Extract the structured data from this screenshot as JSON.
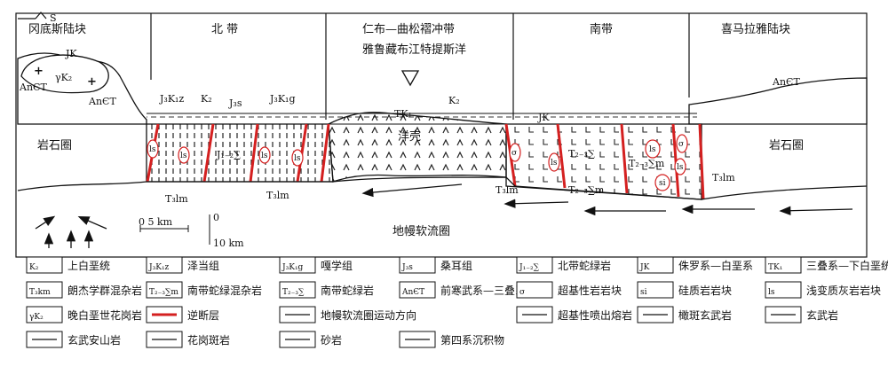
{
  "top_marker": "S",
  "zones": {
    "left_block": "冈底斯陆块",
    "north_belt": "北 带",
    "middle_belt_line1": "仁布—曲松褶冲带",
    "middle_belt_line2": "雅鲁藏布江特提斯洋",
    "south_belt": "南带",
    "right_block": "喜马拉雅陆块"
  },
  "section_labels": {
    "jk_top": "JK",
    "yk2": "γK₂",
    "anet_left_top": "AnЄT",
    "anet_left_mid": "AnЄT",
    "anet_right": "AnЄT",
    "j3k1z": "J₃K₁z",
    "k2_left": "K₂",
    "j3s": "J₃s",
    "j3k1g": "J₃K₁g",
    "tk1": "TK₁",
    "k2_right": "K₂",
    "jk_mid": "JK",
    "j12": "J₁₋₂∑",
    "yangke": "洋壳",
    "t23_a": "T₂₋₃∑",
    "t23_b": "T₂₋₃∑m",
    "t23_c": "T₂₋₃∑m",
    "t3lm_1": "T₃lm",
    "t3lm_2": "T₃lm",
    "t3lm_3": "T₃lm",
    "t3lm_4": "T₃lm",
    "yanshiquan_left": "岩石圈",
    "yanshiquan_right": "岩石圈",
    "mantle": "地幔软流圈",
    "block_ls": "ls",
    "block_si": "si",
    "block_sigma": "σ",
    "scale_h": "0    5 km",
    "scale_v0": "0",
    "scale_v": "10 km"
  },
  "legend": [
    {
      "code": "K₂",
      "text": "上白垩统"
    },
    {
      "code": "J₃K₁z",
      "text": "泽当组"
    },
    {
      "code": "J₃K₁g",
      "text": "嘎学组"
    },
    {
      "code": "J₃s",
      "text": "桑耳组"
    },
    {
      "code": "J₁₋₂∑",
      "text": "北带蛇绿岩"
    },
    {
      "code": "JK",
      "text": "侏罗系—白垩系"
    },
    {
      "code": "TK₁",
      "text": "三叠系—下白垩统"
    },
    {
      "code": "T₃km",
      "text": "朗杰学群混杂岩"
    },
    {
      "code": "T₂₋₃∑m",
      "text": "南带蛇绿混杂岩"
    },
    {
      "code": "T₂₋₃∑",
      "text": "南带蛇绿岩"
    },
    {
      "code": "AnЄT",
      "text": "前寒武系—三叠系"
    },
    {
      "code": "σ",
      "text": "超基性岩岩块"
    },
    {
      "code": "si",
      "text": "硅质岩岩块"
    },
    {
      "code": "ls",
      "text": "浅变质灰岩岩块"
    },
    {
      "code": "γK₂",
      "text": "晚白垩世花岗岩"
    },
    {
      "code": "",
      "text": "逆断层"
    },
    {
      "code": "",
      "text": "地幔软流圈运动方向"
    },
    {
      "code": "",
      "text": "超基性喷出熔岩"
    },
    {
      "code": "",
      "text": "橄斑玄武岩"
    },
    {
      "code": "",
      "text": "玄武岩"
    },
    {
      "code": "",
      "text": "玄武安山岩"
    },
    {
      "code": "",
      "text": "花岗斑岩"
    },
    {
      "code": "",
      "text": "砂岩"
    },
    {
      "code": "",
      "text": "第四系沉积物"
    }
  ]
}
